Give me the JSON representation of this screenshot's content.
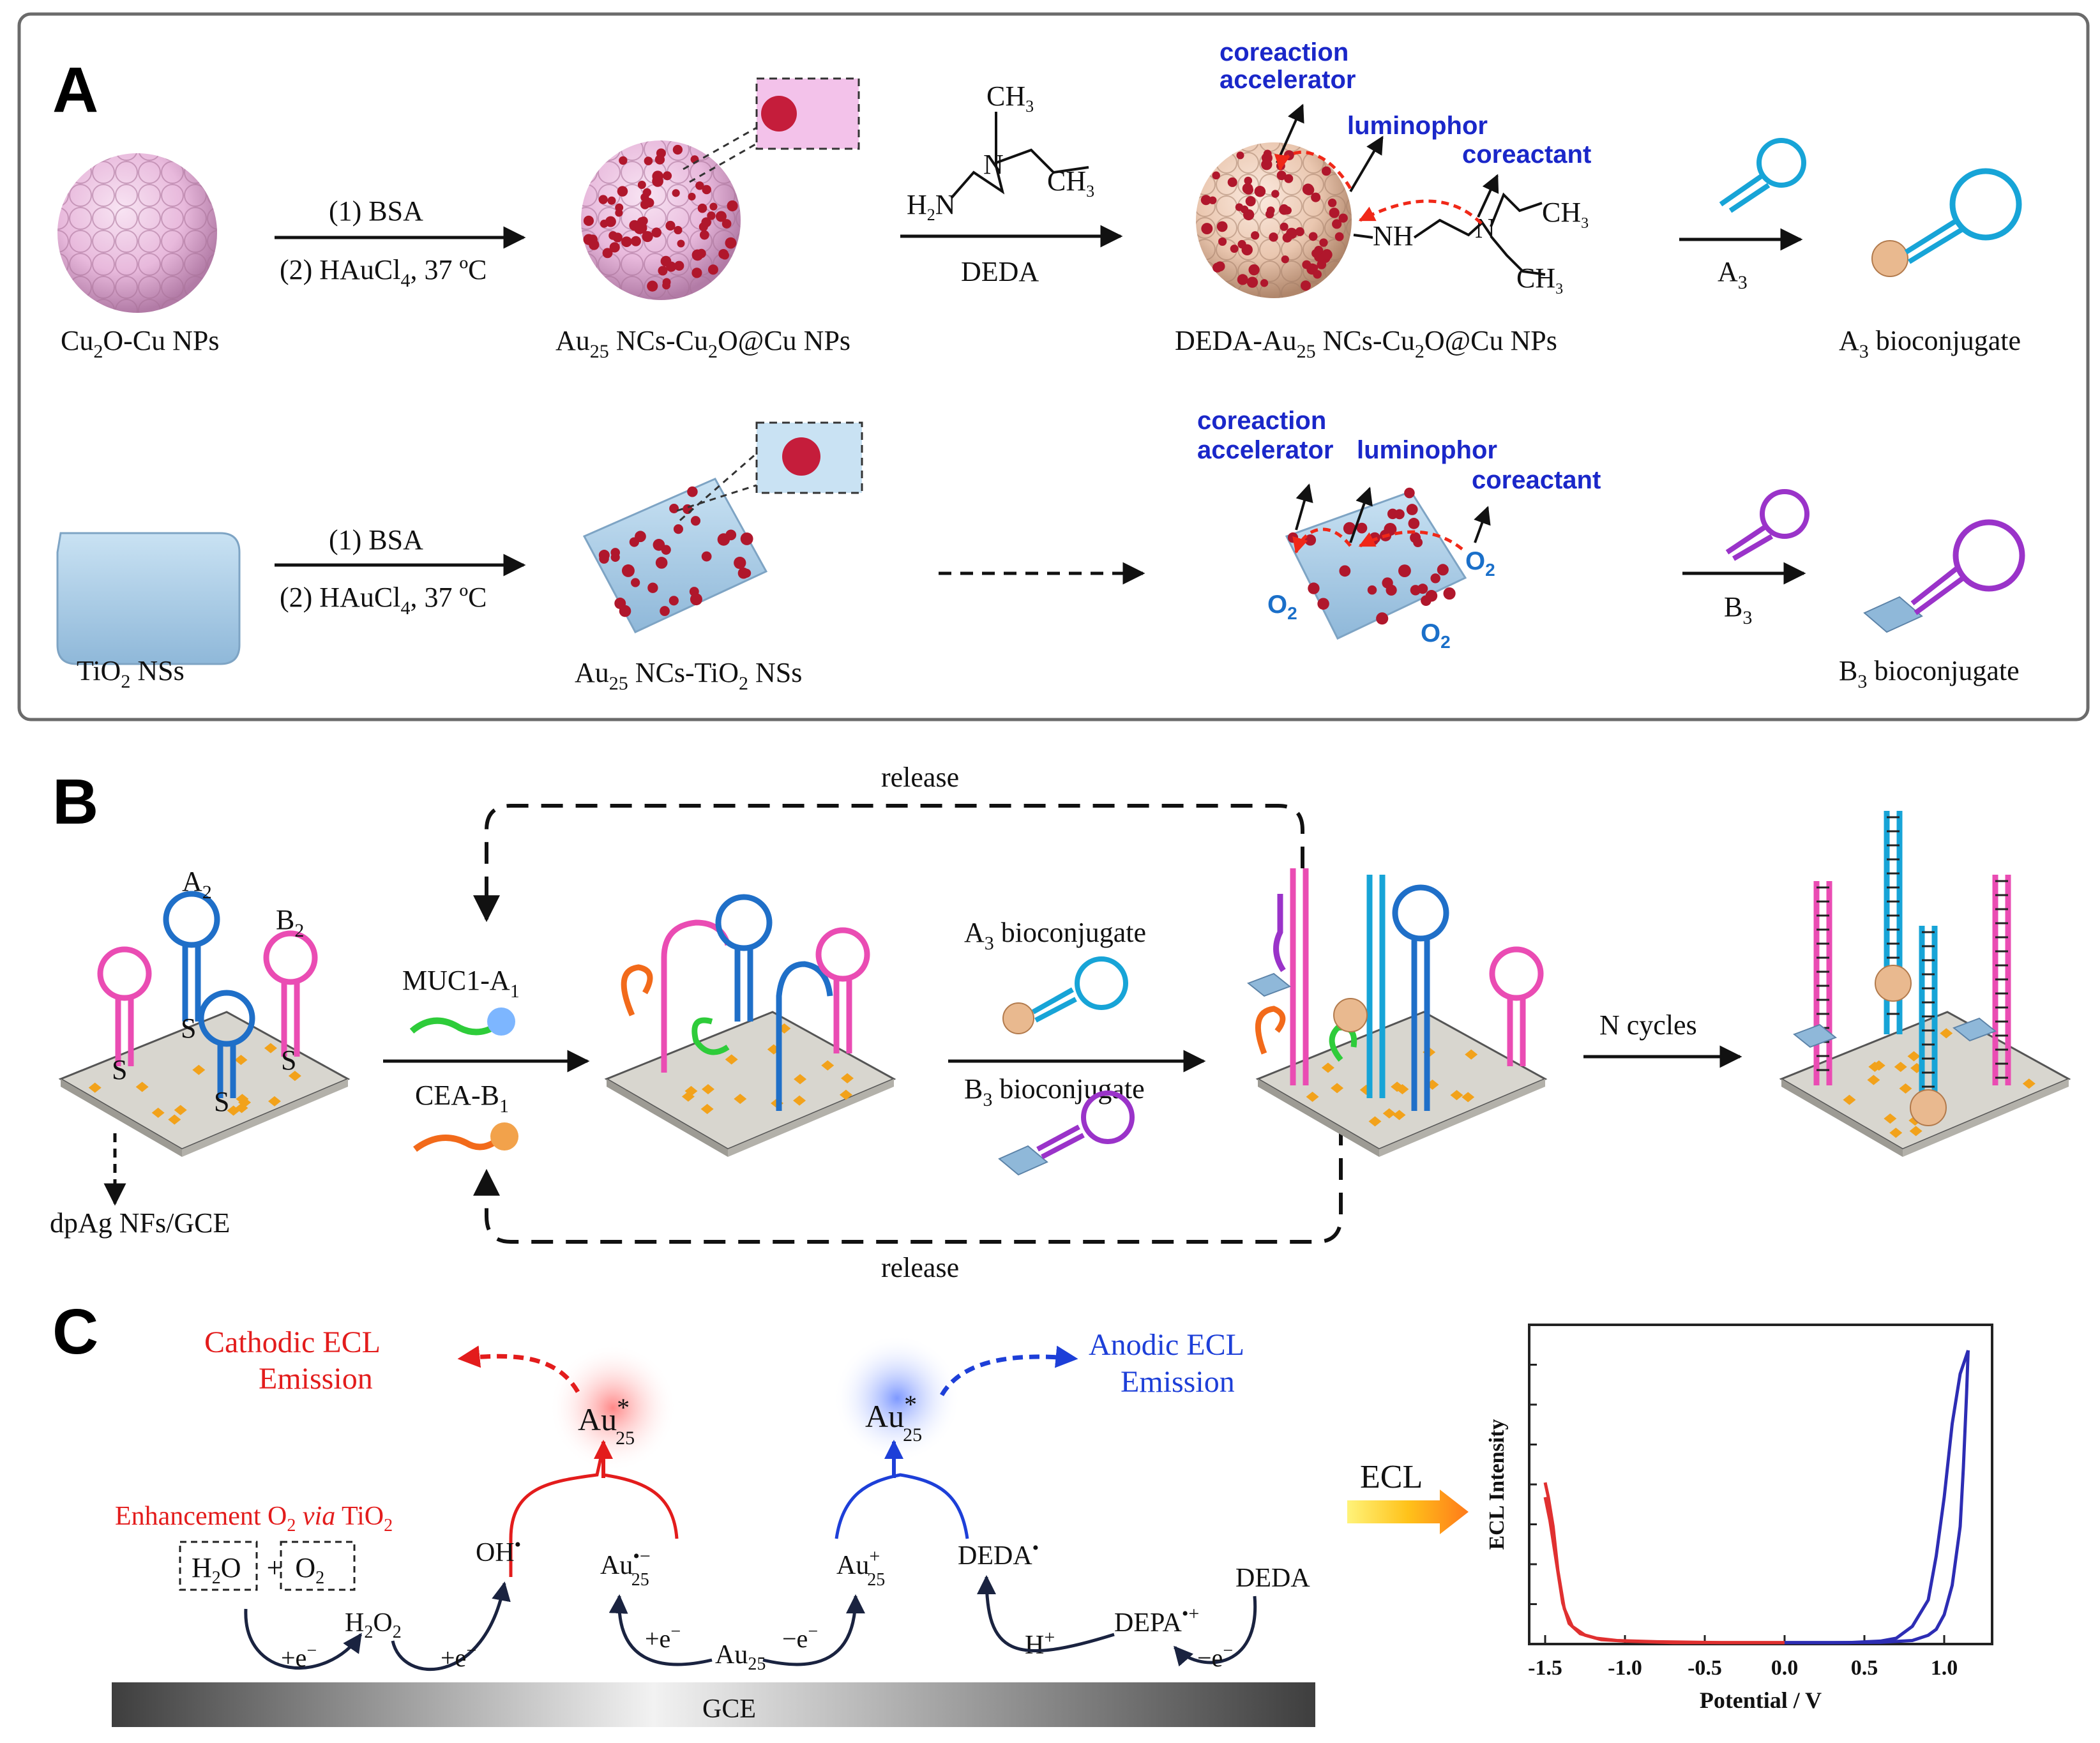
{
  "panels": {
    "a": "A",
    "b": "B",
    "c": "C"
  },
  "panel_a": {
    "row1": {
      "start": {
        "name": "Cu",
        "sub": "2",
        "rest": "O-Cu NPs"
      },
      "step1_a": "(1) BSA",
      "step1_b_pre": "(2) HAuCl",
      "step1_b_sub": "4",
      "step1_b_post": ", 37 ºC",
      "mid": {
        "pre": "Au",
        "sub": "25",
        "mid": " NCs-Cu",
        "sub2": "2",
        "post": "O@Cu NPs"
      },
      "molecule": {
        "ch3_top": "CH",
        "ch3_top_sub": "3",
        "h2n": "H",
        "h2n_sub": "2",
        "h2n_n": "N",
        "n": "N",
        "ch3_right": "CH",
        "ch3_right_sub": "3"
      },
      "step2": "DEDA",
      "annot": {
        "coreaction1": "coreaction",
        "coreaction2": "accelerator",
        "luminophor": "luminophor",
        "coreactant": "coreactant"
      },
      "bonded": {
        "nh": "NH",
        "n": "N",
        "ch3a": "CH",
        "ch3a_sub": "3",
        "ch3b": "CH",
        "ch3b_sub": "3"
      },
      "product": {
        "pre": "DEDA-Au",
        "sub": "25",
        "mid": " NCs-Cu",
        "sub2": "2",
        "post": "O@Cu NPs"
      },
      "step3": {
        "pre": "A",
        "sub": "3"
      },
      "final": {
        "pre": "A",
        "sub": "3",
        "post": " bioconjugate"
      }
    },
    "row2": {
      "start": {
        "pre": "TiO",
        "sub": "2",
        "post": " NSs"
      },
      "step1_a": "(1) BSA",
      "step1_b_pre": "(2) HAuCl",
      "step1_b_sub": "4",
      "step1_b_post": ", 37 ºC",
      "mid": {
        "pre": "Au",
        "sub": "25",
        "mid": " NCs-TiO",
        "sub2": "2",
        "post": " NSs"
      },
      "annot": {
        "coreaction1": "coreaction",
        "coreaction2": "accelerator",
        "luminophor": "luminophor",
        "coreactant": "coreactant"
      },
      "o2": {
        "o": "O",
        "sub": "2"
      },
      "step3": {
        "pre": "B",
        "sub": "3"
      },
      "final": {
        "pre": "B",
        "sub": "3",
        "post": " bioconjugate"
      }
    }
  },
  "panel_b": {
    "release_top": "release",
    "release_bottom": "release",
    "a2": {
      "pre": "A",
      "sub": "2"
    },
    "b2": {
      "pre": "B",
      "sub": "2"
    },
    "s": "S",
    "electrode": "dpAg NFs/GCE",
    "muc1": {
      "pre": "MUC1-A",
      "sub": "1"
    },
    "cea": {
      "pre": "CEA-B",
      "sub": "1"
    },
    "a3conj": {
      "pre": "A",
      "sub": "3",
      "post": " bioconjugate"
    },
    "b3conj": {
      "pre": "B",
      "sub": "3",
      "post": " bioconjugate"
    },
    "cycles": "N cycles"
  },
  "panel_c": {
    "cathodic1": "Cathodic ECL",
    "cathodic2": "Emission",
    "anodic1": "Anodic ECL",
    "anodic2": "Emission",
    "enh": {
      "pre": "Enhancement O",
      "sub": "2",
      "italic": " via",
      "post": " TiO",
      "sub2": "2"
    },
    "water": {
      "h": "H",
      "h_sub": "2",
      "o": "O",
      "plus": "+",
      "o2": "O",
      "o2_sub": "2"
    },
    "h2o2": {
      "h": "H",
      "h_sub": "2",
      "o": "O",
      "o_sub": "2"
    },
    "oh": "OH",
    "au25_star": {
      "au": "Au",
      "sub": "25",
      "sup": "*"
    },
    "au25_minus": {
      "au": "Au",
      "sub": "25",
      "sup": "•−"
    },
    "au25_plus": {
      "au": "Au",
      "sub": "25",
      "sup": "+"
    },
    "au25": {
      "au": "Au",
      "sub": "25"
    },
    "deda_rad": "DEDA",
    "dedaplus": {
      "pre": "DEPA",
      "sup": "•+"
    },
    "deda": "DEDA",
    "hplus": "H",
    "plus_e": "+e",
    "minus_e": "−e",
    "gce": "GCE",
    "ecl_arrow": "ECL"
  },
  "chart_data": {
    "type": "line",
    "title": "",
    "xlabel": "Potential / V",
    "ylabel": "ECL Intensity",
    "xlim": [
      -1.6,
      1.3
    ],
    "ylim": [
      0,
      1
    ],
    "xticks": [
      "-1.5",
      "-1.0",
      "-0.5",
      "0.0",
      "0.5",
      "1.0"
    ],
    "grid": false,
    "series": [
      {
        "color": "#e03030",
        "x": [
          -1.5,
          -1.48,
          -1.45,
          -1.42,
          -1.38,
          -1.33,
          -1.25,
          -1.15,
          -1.0,
          -0.7,
          -0.3,
          0.0
        ],
        "y": [
          0.55,
          0.5,
          0.4,
          0.25,
          0.12,
          0.06,
          0.03,
          0.015,
          0.01,
          0.005,
          0.005,
          0.005
        ]
      },
      {
        "color": "#e03030",
        "x": [
          -1.5,
          -1.47,
          -1.43,
          -1.39,
          -1.35,
          -1.28,
          -1.18,
          -1.05,
          -0.8,
          -0.4,
          0.0
        ],
        "y": [
          0.5,
          0.42,
          0.28,
          0.14,
          0.07,
          0.035,
          0.02,
          0.012,
          0.008,
          0.005,
          0.005
        ]
      },
      {
        "color": "#2d2db4",
        "x": [
          0.0,
          0.4,
          0.6,
          0.7,
          0.8,
          0.9,
          0.95,
          1.0,
          1.05,
          1.1,
          1.15
        ],
        "y": [
          0.005,
          0.005,
          0.01,
          0.02,
          0.06,
          0.15,
          0.3,
          0.5,
          0.75,
          0.92,
          1.0
        ]
      },
      {
        "color": "#2d2db4",
        "x": [
          1.15,
          1.14,
          1.12,
          1.1,
          1.05,
          1.0,
          0.95,
          0.9,
          0.8,
          0.6,
          0.3,
          0.0
        ],
        "y": [
          1.0,
          0.85,
          0.6,
          0.4,
          0.2,
          0.1,
          0.05,
          0.03,
          0.012,
          0.006,
          0.005,
          0.005
        ]
      }
    ]
  }
}
